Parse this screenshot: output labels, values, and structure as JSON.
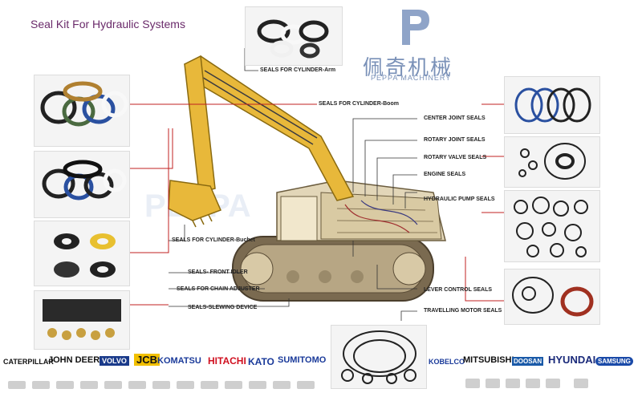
{
  "title": "Seal Kit For Hydraulic Systems",
  "brand": {
    "name": "佩奇机械",
    "sub": "PEPPA MACHINERY"
  },
  "labels": {
    "arm": "SEALS FOR CYLINDER-Arm",
    "boom": "SEALS FOR CYLINDER-Boom",
    "bucket": "SEALS FOR CYLINDER-Buchet",
    "front_idler": "SEALS- FRONT IDLER",
    "chain_adjuster": "SEALS FOR CHAIN ADJUSTER",
    "slewing": "SEALS-SLEWING DEVICE",
    "center_joint": "CENTER JOINT SEALS",
    "rotary_joint": "ROTARY JOINT SEALS",
    "rotary_valve": "ROTARY VALVE SEALS",
    "engine": "ENGINE SEALS",
    "hydraulic_pump": "HYDRAULIC PUMP SEALS",
    "lever_control": "LEVER CONTROL SEALS",
    "travelling_motor": "TRAVELLING MOTOR SEALS"
  },
  "brands": [
    "CATERPILLAR",
    "JOHN DEERE",
    "VOLVO",
    "JCB",
    "KOMATSU",
    "HITACHI",
    "KATO",
    "SUMITOMO",
    "KOBELCO",
    "MITSUBISHI",
    "DOOSAN",
    "HYUNDAI",
    "SAMSUNG"
  ],
  "colors": {
    "excavator": "#e8b83a",
    "title": "#6a2a6a",
    "brand_logo": "#7a91b8"
  }
}
